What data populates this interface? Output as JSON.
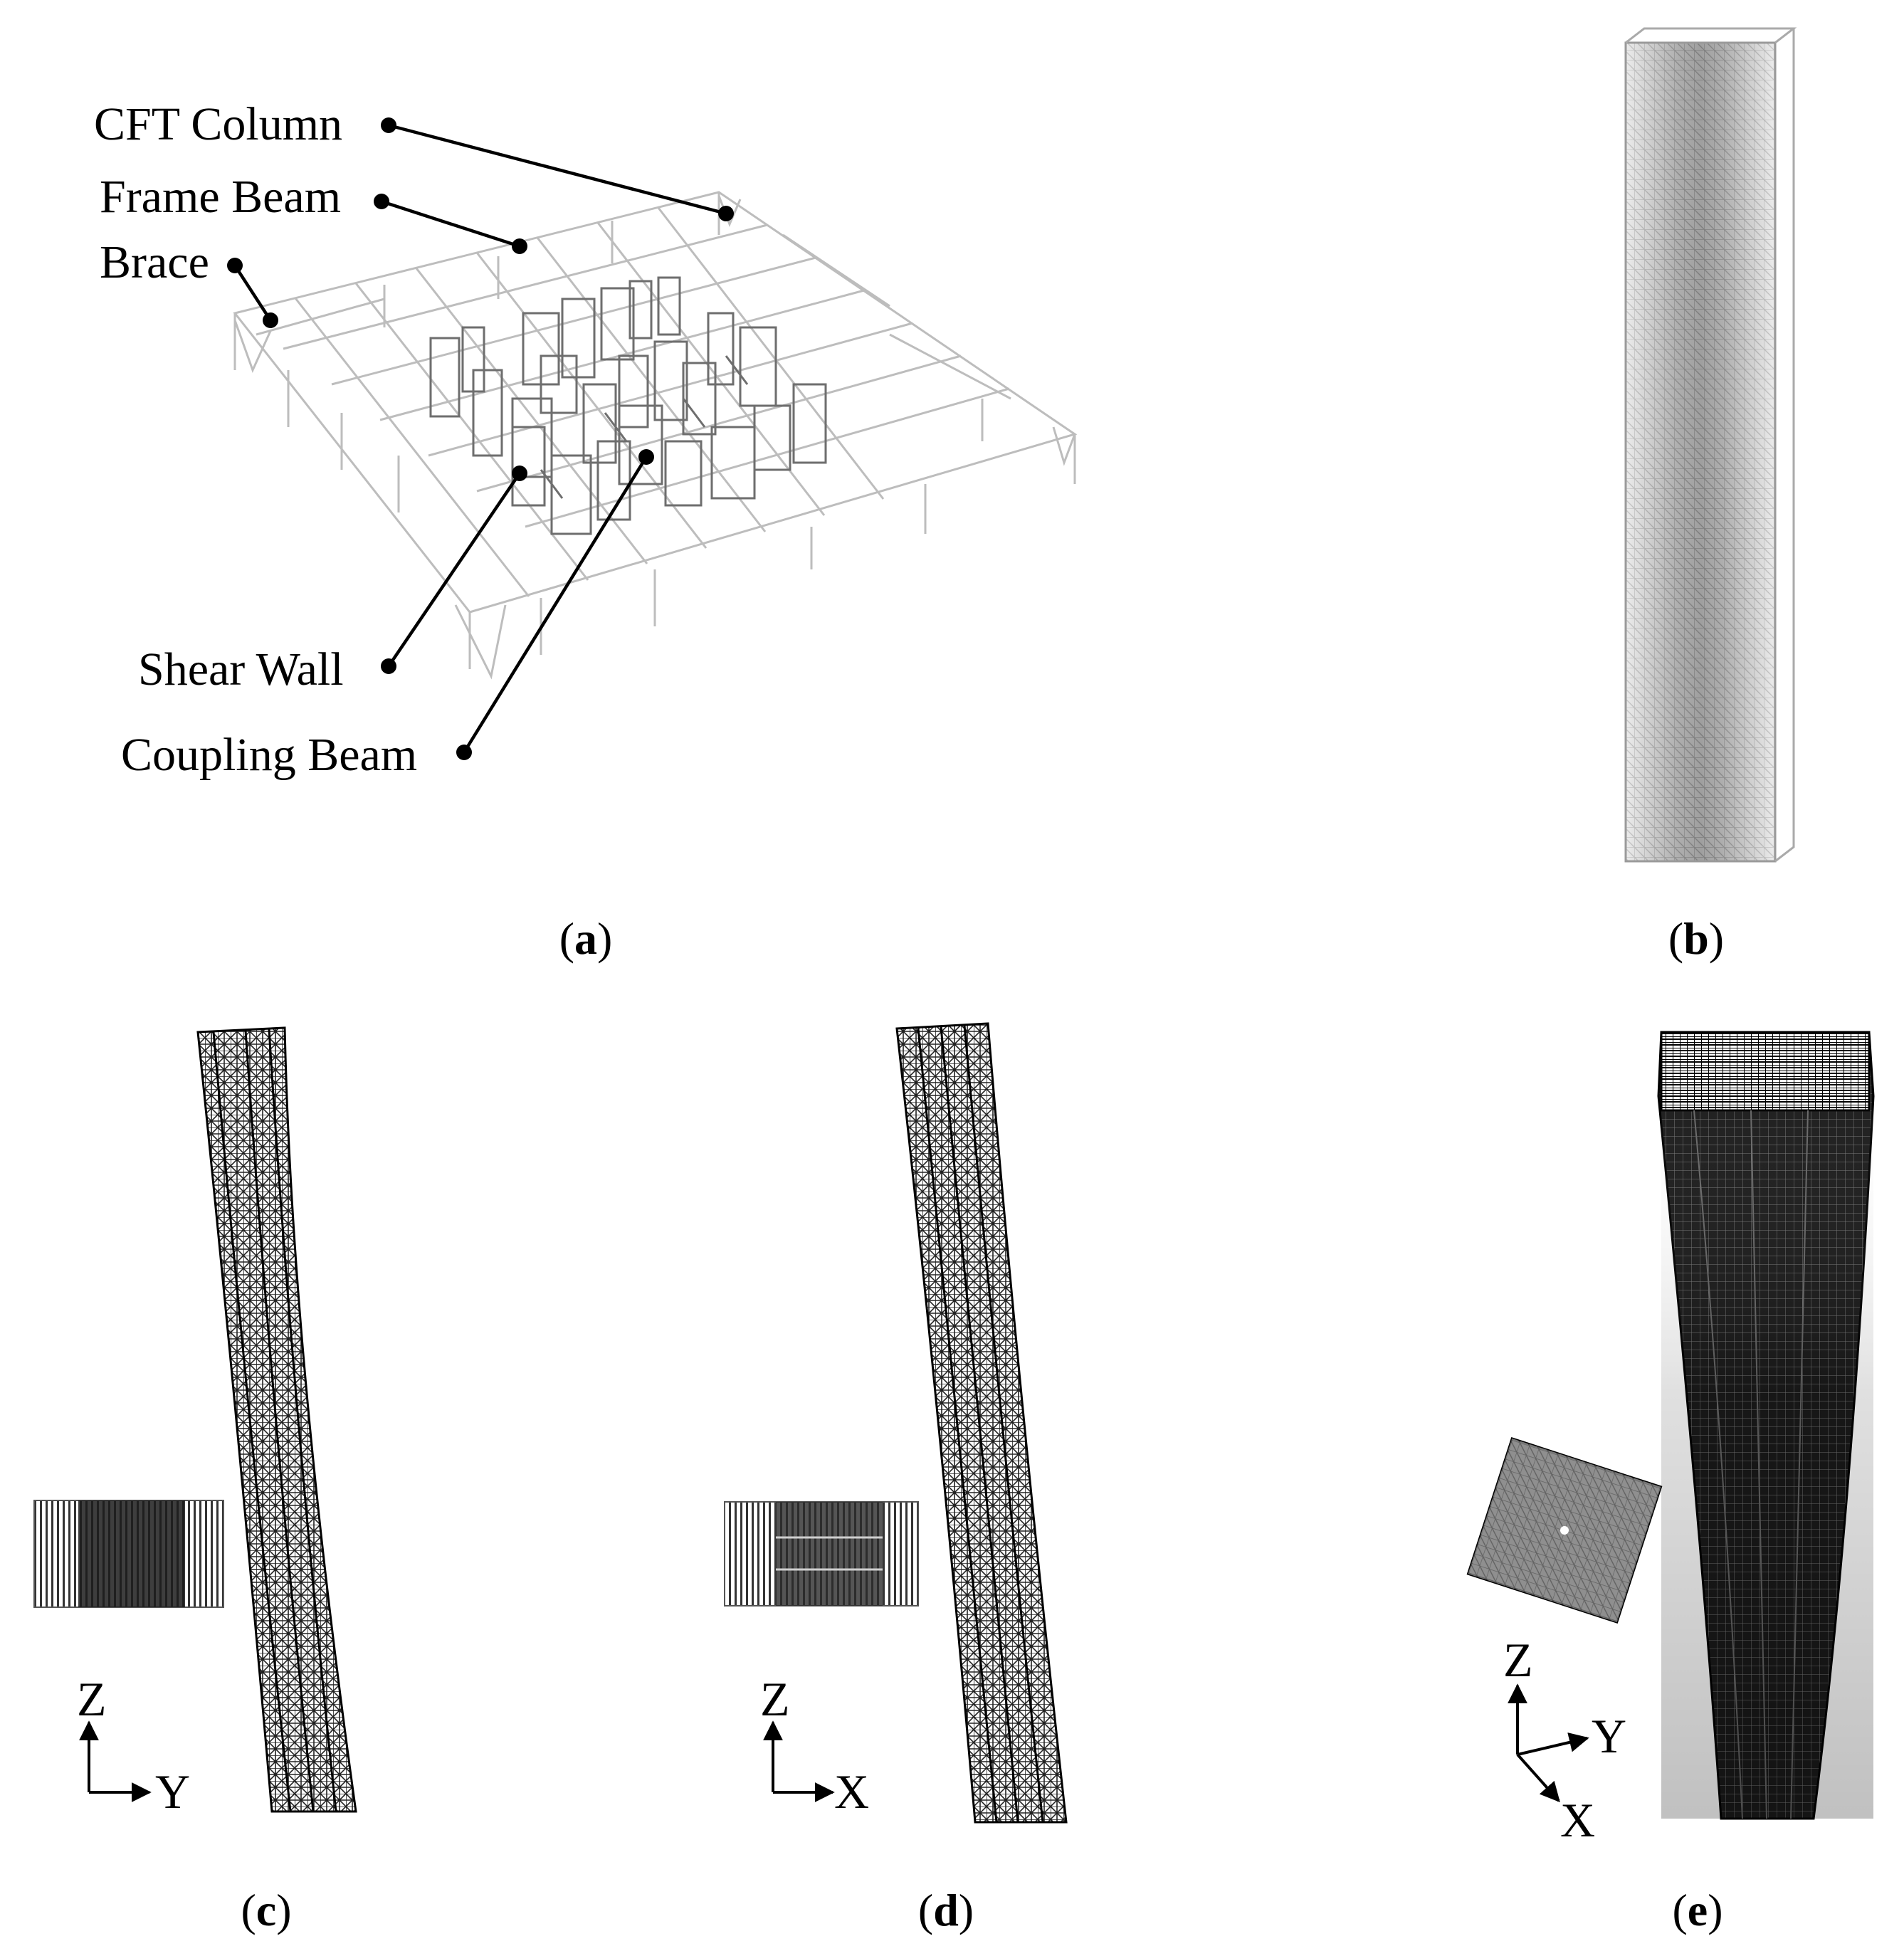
{
  "panels": [
    {
      "id": "a",
      "caption": "(a)",
      "letter": "a"
    },
    {
      "id": "b",
      "caption": "(b)",
      "letter": "b"
    },
    {
      "id": "c",
      "caption": "(c)",
      "letter": "c"
    },
    {
      "id": "d",
      "caption": "(d)",
      "letter": "d"
    },
    {
      "id": "e",
      "caption": "(e)",
      "letter": "e"
    }
  ],
  "labels": {
    "cft_column": "CFT Column",
    "frame_beam": "Frame Beam",
    "brace": "Brace",
    "shear_wall": "Shear Wall",
    "coupling_beam": "Coupling Beam"
  },
  "axes": {
    "c": {
      "vertical": "Z",
      "horizontal": "Y"
    },
    "d": {
      "vertical": "Z",
      "horizontal": "X"
    },
    "e": {
      "vertical": "Z",
      "horizontal": "Y",
      "diagonal": "X"
    }
  },
  "colors": {
    "line": "#000000",
    "frame_grey": "#bdbdbd",
    "wall_grey": "#6e6e6e",
    "background": "#ffffff"
  }
}
